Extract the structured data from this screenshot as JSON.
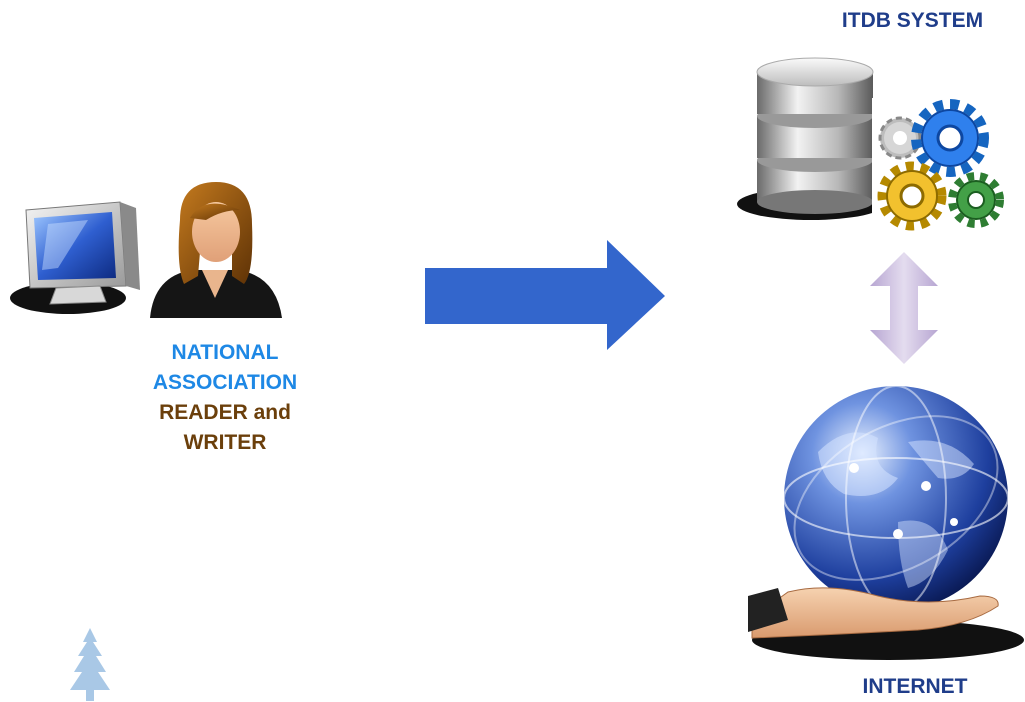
{
  "user": {
    "line1": "NATIONAL",
    "line2": "ASSOCIATION",
    "line3": "READER and",
    "line4": "WRITER"
  },
  "system": {
    "label": "ITDB SYSTEM"
  },
  "internet": {
    "label": "INTERNET"
  },
  "colors": {
    "arrow": "#3366cc",
    "double_arrow": "#c6b7dc",
    "user_label_primary": "#1e88e5",
    "user_label_secondary": "#6b3f0b",
    "node_label": "#1f3d8a"
  },
  "icons": [
    "computer-monitor-icon",
    "user-woman-icon",
    "right-arrow-icon",
    "database-icon",
    "gears-icon",
    "bidirectional-arrow-icon",
    "globe-in-hand-icon",
    "tree-logo-icon"
  ]
}
